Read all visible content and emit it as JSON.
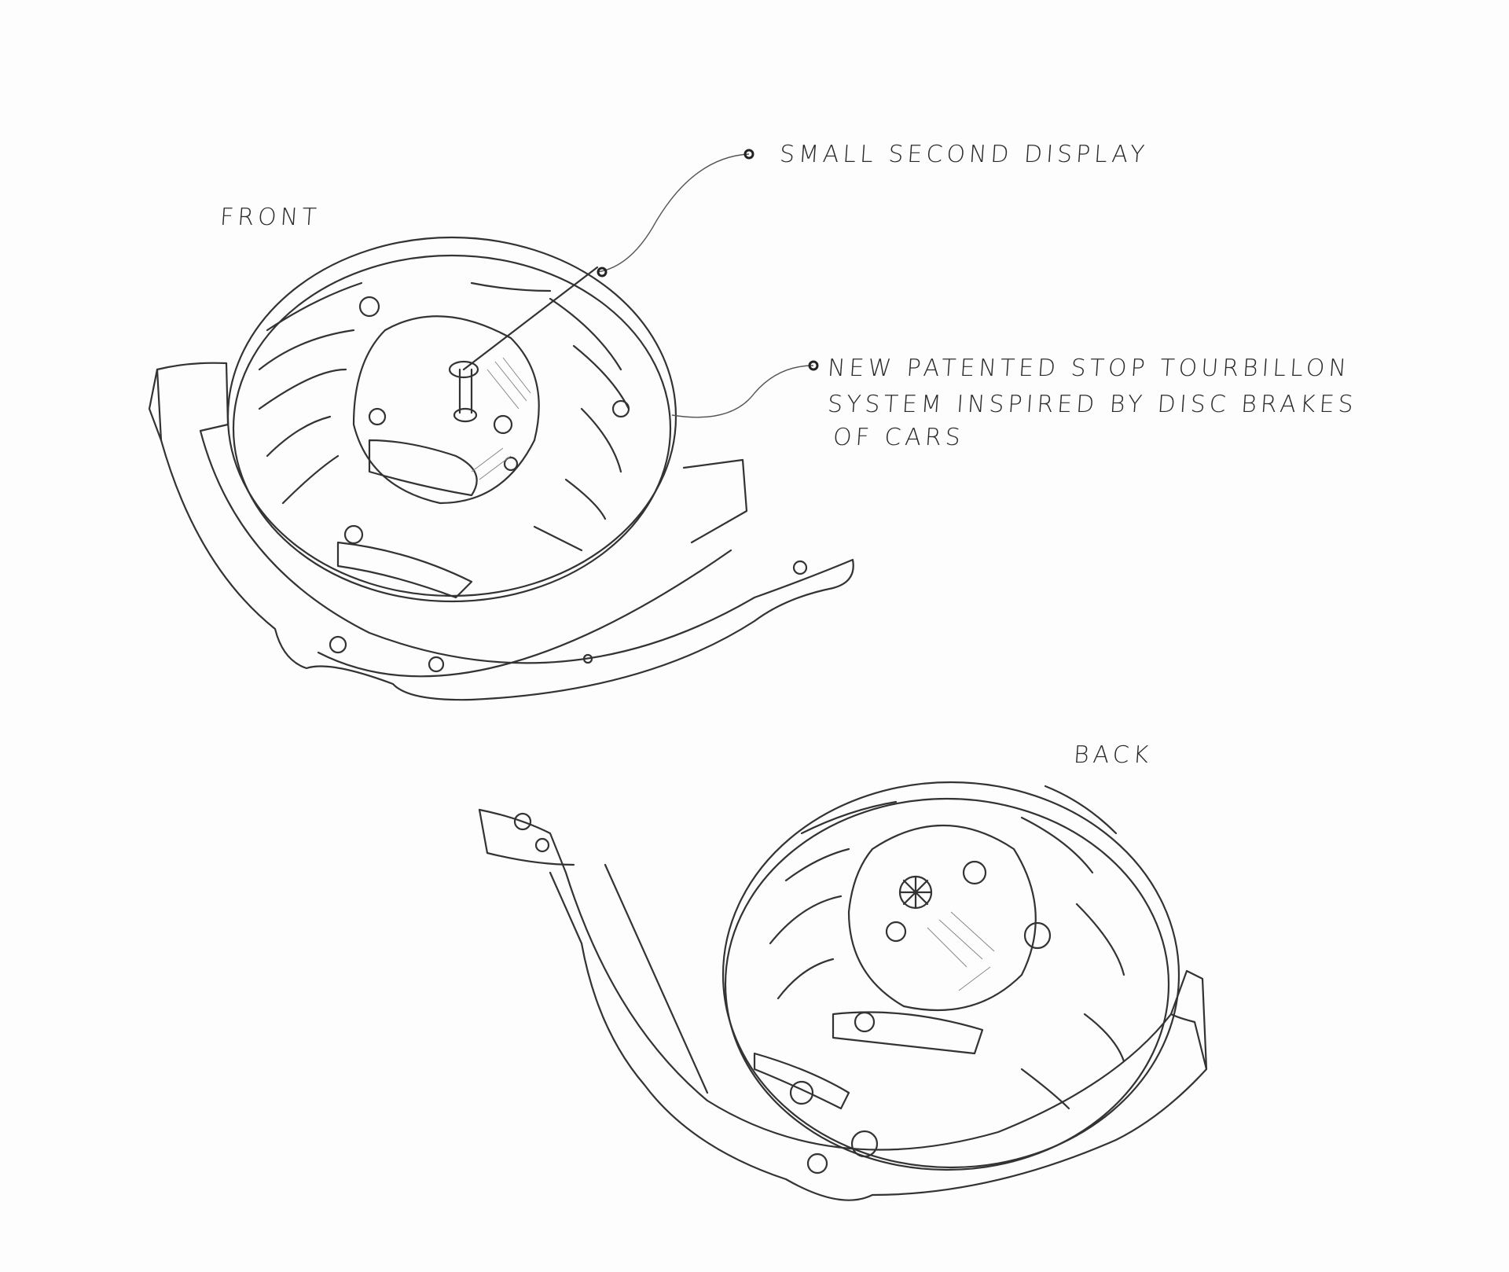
{
  "labels": {
    "front": "FRONT",
    "back": "BACK",
    "small_second": "SMALL SECOND DISPLAY",
    "tourbillon": [
      "NEW PATENTED STOP TOURBILLON",
      "SYSTEM INSPIRED BY DISC BRAKES",
      "OF CARS"
    ]
  },
  "colors": {
    "pencil": "#333333",
    "paper": "#fdfdfd"
  }
}
